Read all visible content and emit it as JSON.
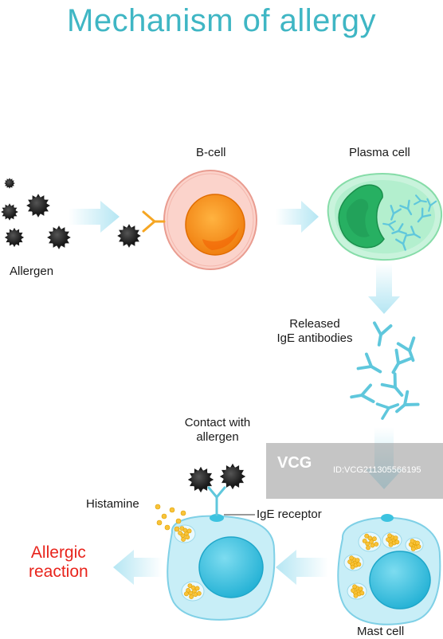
{
  "title": "Mechanism of allergy",
  "labels": {
    "allergen": "Allergen",
    "b_cell": "B-cell",
    "plasma_cell": "Plasma cell",
    "released_line1": "Released",
    "released_line2": "IgE antibodies",
    "contact_line1": "Contact with",
    "contact_line2": "allergen",
    "histamine": "Histamine",
    "ige_receptor": "IgE receptor",
    "allergic_line1": "Allergic",
    "allergic_line2": "reaction",
    "mast_cell": "Mast cell"
  },
  "watermark": {
    "logo": "VCG",
    "id": "ID:VCG211305566195"
  },
  "colors": {
    "title": "#3fb6c4",
    "reaction": "#e8241c",
    "arrow": "#bfe9f4",
    "b_cell_outer": "#fcd9d3",
    "b_cell_nucleus": "#f7931e",
    "plasma_outer": "#b8efd0",
    "plasma_nucleus": "#2bb56a",
    "antibody": "#5fc7dc",
    "mast_cell": "#c5eef7",
    "mast_nucleus": "#3cc3e0",
    "granule": "#f8c33a",
    "allergen": "#2b2b2b"
  }
}
